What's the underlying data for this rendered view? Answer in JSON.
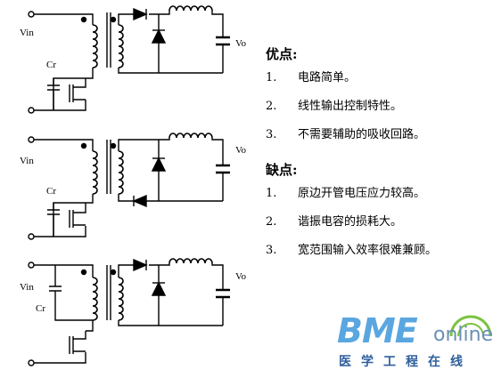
{
  "circuit_labels": {
    "vin": "Vin",
    "cr": "Cr",
    "vo": "Vo"
  },
  "advantages": {
    "title": "优点:",
    "items": [
      {
        "num": "1.",
        "text": "电路简单。"
      },
      {
        "num": "2.",
        "text": "线性输出控制特性。"
      },
      {
        "num": "3.",
        "text": "不需要辅助的吸收回路。"
      }
    ]
  },
  "disadvantages": {
    "title": "缺点:",
    "items": [
      {
        "num": "1.",
        "text": "原边开管电压应力较高。"
      },
      {
        "num": "2.",
        "text": "谐振电容的损耗大。"
      },
      {
        "num": "3.",
        "text": "宽范围输入效率很难兼顾。"
      }
    ]
  },
  "logo": {
    "main": "BME",
    "sub": "online",
    "chinese": "医学工程在线",
    "colors": {
      "main": "#5aa6e0",
      "sub": "#6b8fb8",
      "chinese": "#2e5e9c",
      "arc": "#7cc242"
    }
  }
}
